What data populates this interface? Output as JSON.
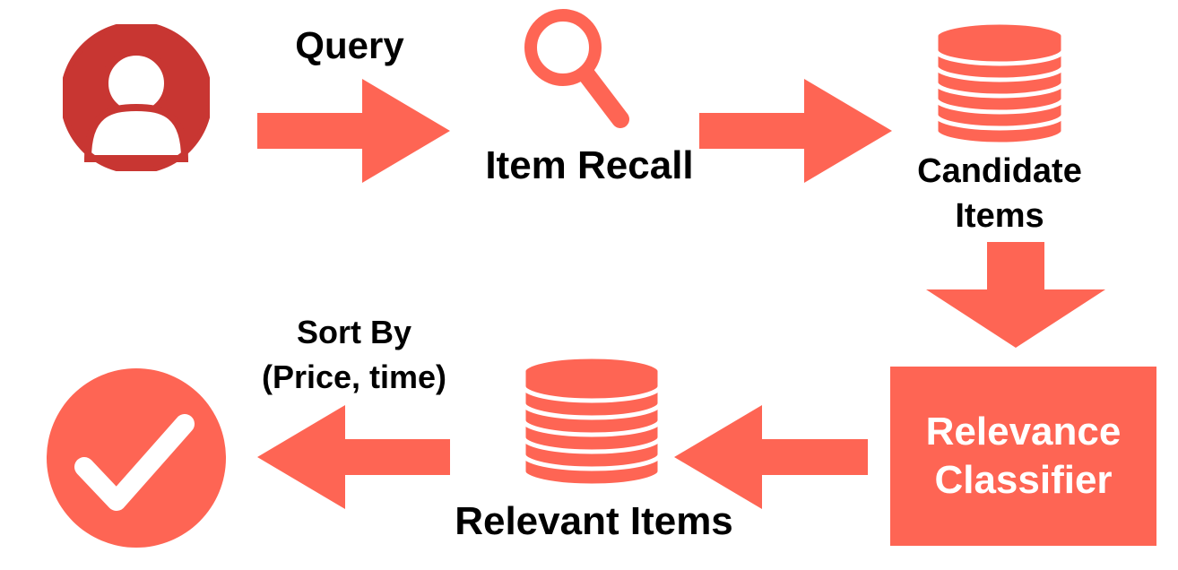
{
  "colors": {
    "accent": "#fe6554",
    "user_icon": "#c83632",
    "box_text": "#ffffff",
    "label_text": "#000000"
  },
  "labels": {
    "query": "Query",
    "item_recall": "Item Recall",
    "candidate_line1": "Candidate",
    "candidate_line2": "Items",
    "classifier_line1": "Relevance",
    "classifier_line2": "Classifier",
    "relevant_items": "Relevant Items",
    "sort_line1": "Sort By",
    "sort_line2": "(Price, time)"
  },
  "icons": {
    "user": "user-avatar-icon",
    "recall": "magnifier-icon",
    "candidate_db": "database-icon",
    "relevant_db": "database-icon",
    "done": "checkmark-circle-icon"
  }
}
